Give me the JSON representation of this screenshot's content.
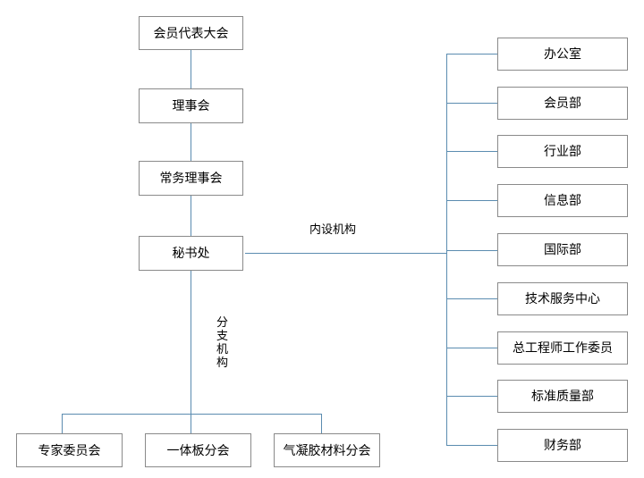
{
  "diagram": {
    "type": "org-chart",
    "line_color": "#5b8cb0",
    "border_color": "#8a8a8a",
    "background": "#ffffff",
    "left_chain": [
      {
        "id": "assembly",
        "label": "会员代表大会"
      },
      {
        "id": "council",
        "label": "理事会"
      },
      {
        "id": "standing-council",
        "label": "常务理事会"
      },
      {
        "id": "secretariat",
        "label": "秘书处"
      }
    ],
    "branch_label": "分支机构",
    "internal_label": "内设机构",
    "branches": [
      {
        "id": "expert-committee",
        "label": "专家委员会"
      },
      {
        "id": "integrated-board",
        "label": "一体板分会"
      },
      {
        "id": "aerogel-materials",
        "label": "气凝胶材料分会"
      }
    ],
    "departments": [
      {
        "id": "office",
        "label": "办公室"
      },
      {
        "id": "membership",
        "label": "会员部"
      },
      {
        "id": "industry",
        "label": "行业部"
      },
      {
        "id": "information",
        "label": "信息部"
      },
      {
        "id": "international",
        "label": "国际部"
      },
      {
        "id": "tech-service-center",
        "label": "技术服务中心"
      },
      {
        "id": "chief-engineer-committee",
        "label": "总工程师工作委员"
      },
      {
        "id": "standards-quality",
        "label": "标准质量部"
      },
      {
        "id": "finance",
        "label": "财务部"
      }
    ]
  }
}
